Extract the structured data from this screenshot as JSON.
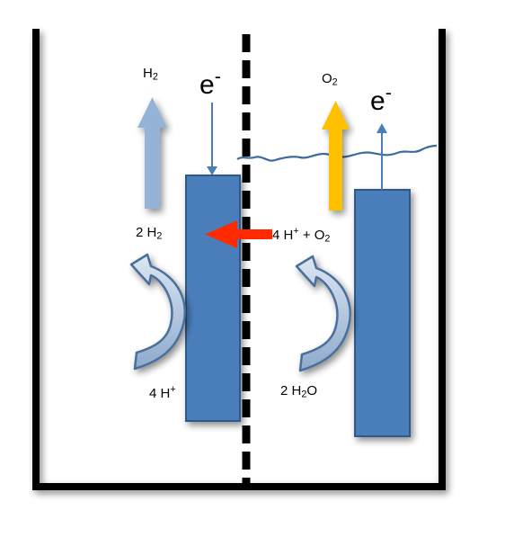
{
  "colors": {
    "electrode": "#4a7ebb",
    "electrode_stroke": "#2e5a8a",
    "h2_arrow": "#95b3d7",
    "o2_arrow": "#ffc000",
    "proton_arrow": "#ff2a00",
    "curved_arrow_light": "#dce6f2",
    "curved_arrow_dark": "#8eaacc",
    "electron_line": "#4a7ebb",
    "water_surface": "#3d6a9e",
    "wall": "#000000",
    "membrane": "#000000"
  },
  "labels": {
    "h2_gas": {
      "main": "H",
      "sub": "2"
    },
    "e_left": {
      "main": "e",
      "sup": "-"
    },
    "o2_gas": {
      "main": "O",
      "sub": "2"
    },
    "e_right": {
      "main": "e",
      "sup": "-"
    },
    "two_h2": {
      "pre": "2 H",
      "sub": "2"
    },
    "protons_o2": {
      "pre": "4 H",
      "sup": "+",
      "mid": " + O",
      "sub": "2"
    },
    "four_h": {
      "pre": "4 H",
      "sup": "+"
    },
    "two_h2o": {
      "pre": "2 H",
      "sub": "2",
      "post": "O"
    }
  }
}
